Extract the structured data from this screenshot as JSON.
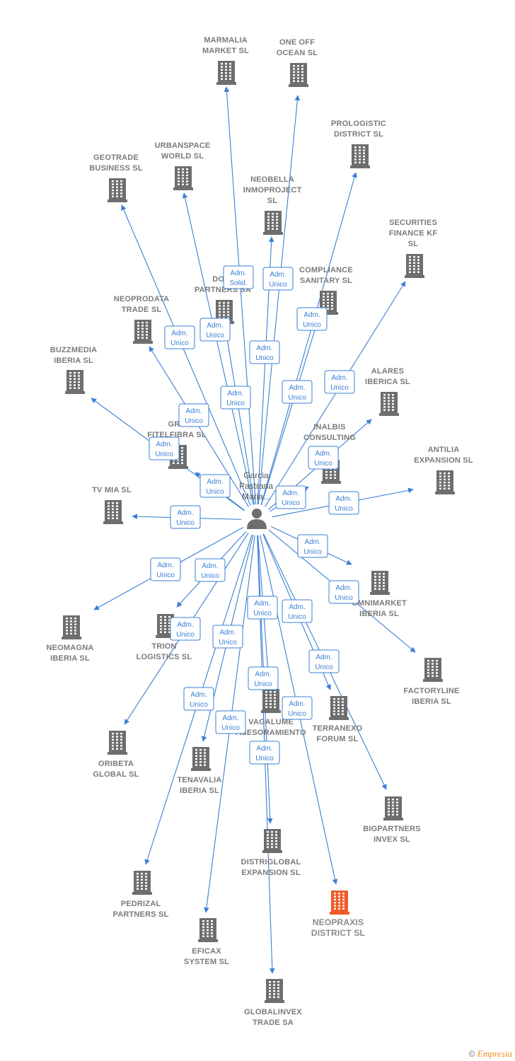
{
  "diagram": {
    "center": {
      "label_lines": [
        "Garcia",
        "Pastrana",
        "Maria..."
      ]
    },
    "colors": {
      "edge": "#3b7fd4",
      "building": "#6e6e6e",
      "highlight": "#f05a28"
    },
    "nodes": [
      {
        "id": "marmalia",
        "lines": [
          "MARMALIA",
          "MARKET  SL"
        ],
        "role": [
          "Adm.",
          "Solid."
        ]
      },
      {
        "id": "oneoff",
        "lines": [
          "ONE OFF",
          "OCEAN  SL"
        ],
        "role": [
          "Adm.",
          "Unico"
        ]
      },
      {
        "id": "prologistic",
        "lines": [
          "PROLOGISTIC",
          "DISTRICT  SL"
        ],
        "role": [
          "Adm.",
          "Unico"
        ]
      },
      {
        "id": "urbanspace",
        "lines": [
          "URBANSPACE",
          "WORLD  SL"
        ],
        "role": [
          "Adm.",
          "Unico"
        ]
      },
      {
        "id": "geotrade",
        "lines": [
          "GEOTRADE",
          "BUSINESS  SL"
        ],
        "role": [
          "Adm.",
          "Unico"
        ]
      },
      {
        "id": "neobella",
        "lines": [
          "NEOBELLA",
          "INMOPROJECT",
          "SL"
        ],
        "role": [
          "Adm.",
          "Unico"
        ]
      },
      {
        "id": "securities",
        "lines": [
          "SECURITIES",
          "FINANCE KF",
          "SL"
        ],
        "role": [
          "Adm.",
          "Unico"
        ]
      },
      {
        "id": "compliance",
        "lines": [
          "COMPLIANCE",
          "SANITARY  SL"
        ],
        "role": [
          "Adm.",
          "Unico"
        ]
      },
      {
        "id": "domi",
        "lines": [
          "DOMI",
          "PARTNERS SA"
        ],
        "role": [
          "Adm.",
          "Unico"
        ]
      },
      {
        "id": "neoprodata",
        "lines": [
          "NEOPRODATA",
          "TRADE  SL"
        ],
        "role": [
          "Adm.",
          "Unico"
        ]
      },
      {
        "id": "buzzmedia",
        "lines": [
          "BUZZMEDIA",
          "IBERIA  SL"
        ],
        "role": [
          "Adm.",
          "Unico"
        ]
      },
      {
        "id": "alares",
        "lines": [
          "ALARES",
          "IBERICA  SL"
        ],
        "role": [
          "Adm.",
          "Unico"
        ]
      },
      {
        "id": "grufitel",
        "lines": [
          "GRU",
          "FITELFIBRA  SL"
        ],
        "role": [
          "Adm.",
          "Unico"
        ]
      },
      {
        "id": "inalbis",
        "lines": [
          "INALBIS",
          "CONSULTING"
        ],
        "role": [
          "Adm.",
          "Unico"
        ]
      },
      {
        "id": "antilia",
        "lines": [
          "ANTILIA",
          "EXPANSION  SL"
        ],
        "role": [
          "Adm.",
          "Unico"
        ]
      },
      {
        "id": "tvmia",
        "lines": [
          "TV MIA  SL"
        ],
        "role": [
          "Adm.",
          "Unico"
        ]
      },
      {
        "id": "omnimarket",
        "lines": [
          "OMNIMARKET",
          "IBERIA  SL"
        ],
        "role": [
          "Adm.",
          "Unico"
        ]
      },
      {
        "id": "neomagna",
        "lines": [
          "NEOMAGNA",
          "IBERIA  SL"
        ],
        "role": [
          "Adm.",
          "Unico"
        ]
      },
      {
        "id": "trion",
        "lines": [
          "TRION",
          "LOGISTICS  SL"
        ],
        "role": [
          "Adm.",
          "Unico"
        ]
      },
      {
        "id": "factoryline",
        "lines": [
          "FACTORYLINE",
          "IBERIA  SL"
        ],
        "role": [
          "Adm.",
          "Unico"
        ]
      },
      {
        "id": "vagalume",
        "lines": [
          "VAGALUME",
          "ASESORAMIENTO"
        ],
        "role": [
          "Adm.",
          "Unico"
        ]
      },
      {
        "id": "terranexo",
        "lines": [
          "TERRANEXO",
          "FORUM  SL"
        ],
        "role": [
          "Adm.",
          "Unico"
        ]
      },
      {
        "id": "oribeta",
        "lines": [
          "ORIBETA",
          "GLOBAL  SL"
        ],
        "role": [
          "Adm.",
          "Unico"
        ]
      },
      {
        "id": "tenavalia",
        "lines": [
          "TENAVALIA",
          "IBERIA  SL"
        ],
        "role": [
          "Adm.",
          "Unico"
        ]
      },
      {
        "id": "bigpartners",
        "lines": [
          "BIGPARTNERS",
          "INVEX  SL"
        ],
        "role": [
          "Adm.",
          "Unico"
        ]
      },
      {
        "id": "distriglobal",
        "lines": [
          "DISTRIGLOBAL",
          "EXPANSION  SL"
        ],
        "role": [
          "Adm.",
          "Unico"
        ]
      },
      {
        "id": "pedrizal",
        "lines": [
          "PEDRIZAL",
          "PARTNERS  SL"
        ],
        "role": [
          "Adm.",
          "Unico"
        ]
      },
      {
        "id": "neopraxis",
        "lines": [
          "NEOPRAXIS",
          "DISTRICT  SL"
        ],
        "role": [
          "Adm.",
          "Unico"
        ],
        "highlight": true
      },
      {
        "id": "eficax",
        "lines": [
          "EFICAX",
          "SYSTEM SL"
        ],
        "role": [
          "Adm.",
          "Unico"
        ]
      },
      {
        "id": "globalinvex",
        "lines": [
          "GLOBALINVEX",
          "TRADE SA"
        ],
        "role": [
          "Adm.",
          "Unico"
        ]
      }
    ]
  },
  "footer": {
    "copyright": "©",
    "brand": "Empresia"
  }
}
